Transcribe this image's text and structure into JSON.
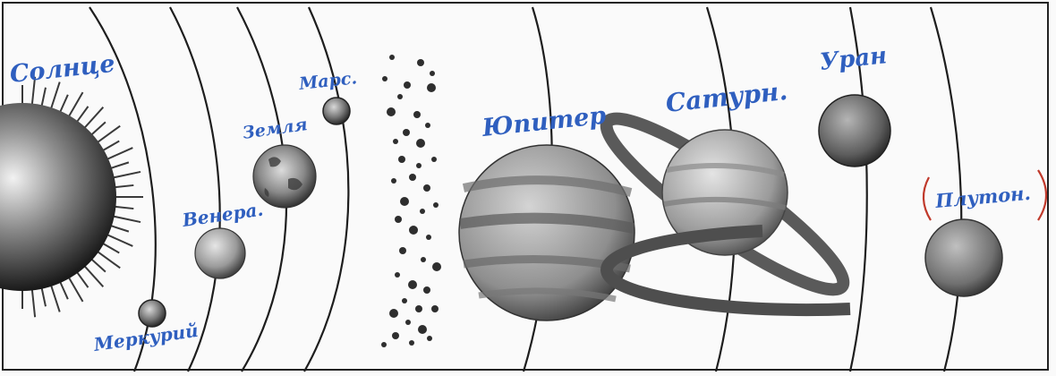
{
  "labels": {
    "sun": "Солнце",
    "mercury": "Меркурий",
    "venus": "Венера.",
    "earth": "Земля",
    "mars": "Марс.",
    "jupiter": "Юпитер",
    "saturn": "Сатурн.",
    "uranus": "Уран",
    "pluto": "Плутон."
  },
  "colors": {
    "handwriting": "#2f5fbf",
    "pluto_bracket": "#c0392b",
    "orbit_line": "#1e1e1e"
  }
}
